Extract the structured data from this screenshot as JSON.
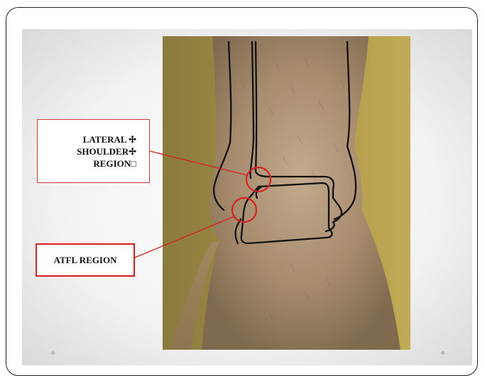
{
  "labels": {
    "lateral_line1": "LATERAL ✢",
    "lateral_line2": "SHOULDER✢",
    "lateral_line3": "REGION□",
    "atfl": "ATFL REGION"
  },
  "colors": {
    "annotation": "#d62020",
    "outline": "#111111"
  }
}
